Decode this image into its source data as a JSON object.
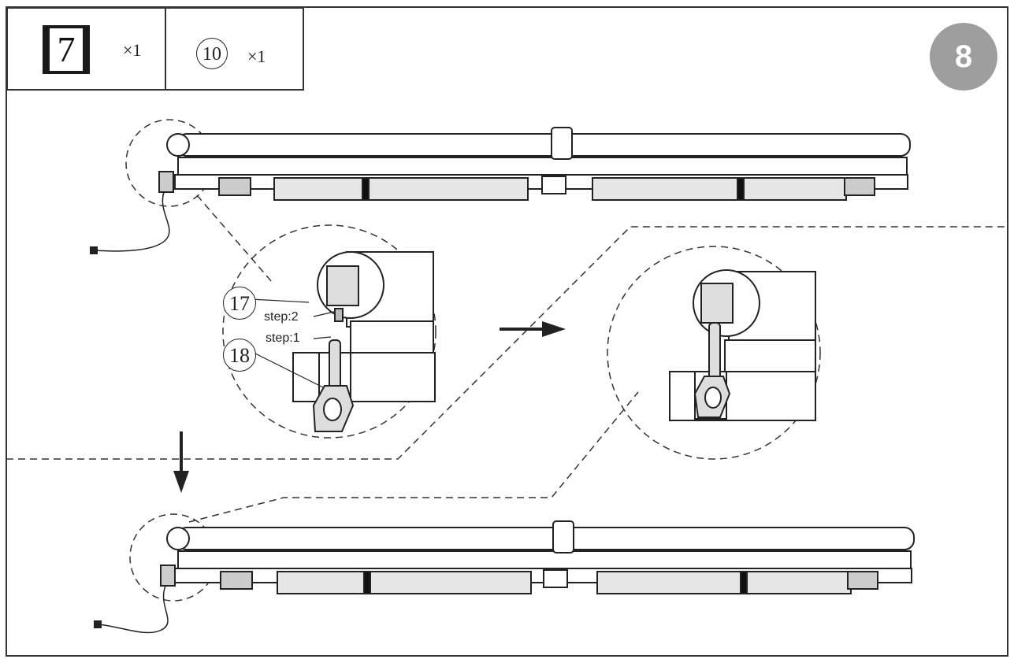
{
  "parts_header": {
    "part_7": {
      "number": "7",
      "qty": "×1"
    },
    "part_10": {
      "number": "10",
      "qty": "×1"
    }
  },
  "step_badge": "8",
  "callouts": {
    "part_17": "17",
    "part_18": "18",
    "step_2": "step:2",
    "step_1": "step:1"
  }
}
